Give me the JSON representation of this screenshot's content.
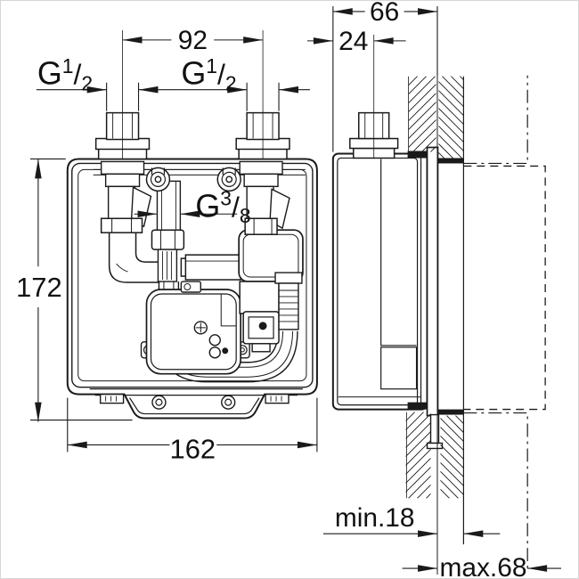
{
  "title": "concealed-mixer-installation-box-dimension-drawing",
  "colors": {
    "line": "#1a1a1a",
    "background": "#ffffff",
    "frame_border": "#d6d6d6"
  },
  "front_view": {
    "dim_pipe_spacing": "92",
    "dim_height": "172",
    "dim_width": "162",
    "thread_left": {
      "base": "G",
      "sup": "1",
      "slash": "/",
      "sub": "2"
    },
    "thread_right": {
      "base": "G",
      "sup": "1",
      "slash": "/",
      "sub": "2"
    },
    "thread_outlet": {
      "base": "G",
      "sup": "3",
      "slash": "/",
      "sub": "8"
    }
  },
  "side_view": {
    "dim_depth": "66",
    "dim_pipe_offset": "24",
    "dim_wall_min": "min.18",
    "dim_wall_max": "max.68"
  }
}
